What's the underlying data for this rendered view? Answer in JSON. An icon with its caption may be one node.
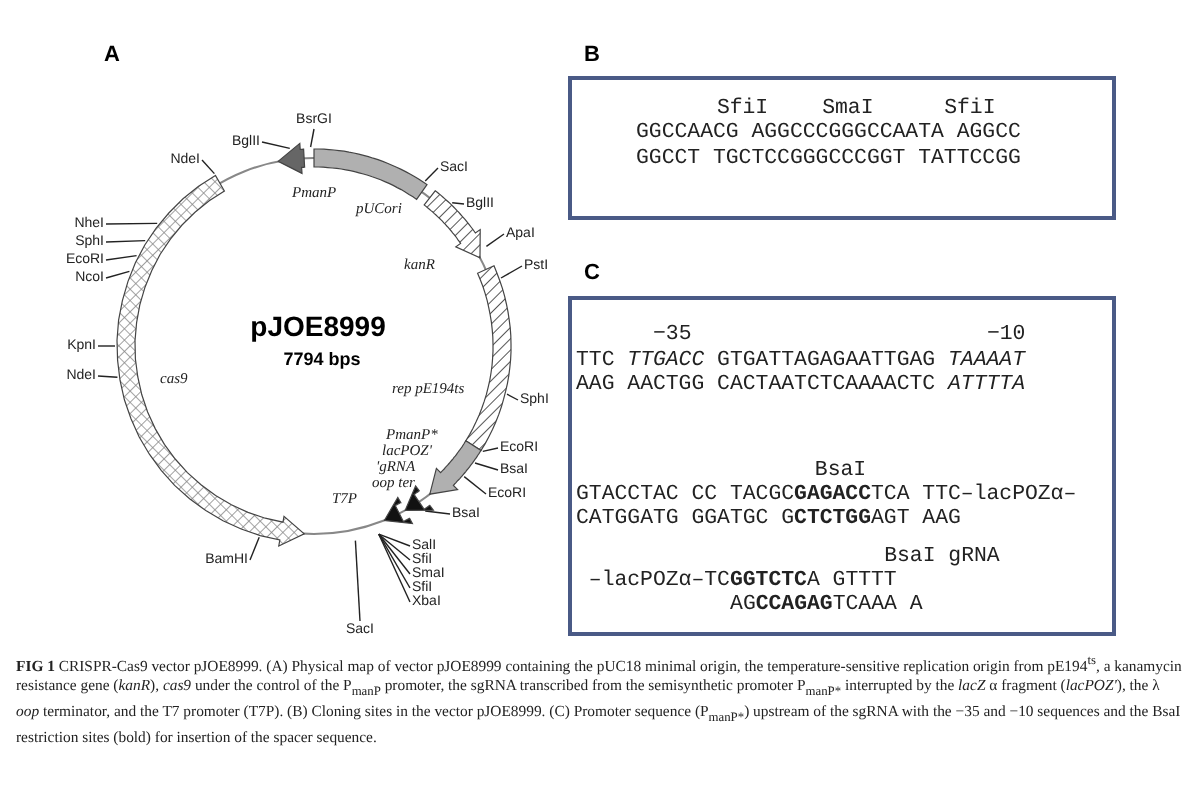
{
  "diagram": {
    "caption": "**FIG 1** CRISPR-Cas9 vector pJOE8999. (A) Physical map of vector pJOE8999 containing the pUC18 minimal origin, the temperature-sensitive replication origin from pE194$^{ts}$, a kanamycin resistance gene (*kanR*), *cas9* under the control of the P$_{manP}$ promoter, the sgRNA transcribed from the semisynthetic promoter P$_{manP*}$ interrupted by the *lacZ* α fragment (*lacPOZ'*), the λ *oop* terminator, and the T7 promoter (T7P). (B) Cloning sites in the vector pJOE8999. (C) Promoter sequence (P$_{manP*}$) upstream of the sgRNA with the −35 and −10 sequences and the BsaI restriction sites (bold) for insertion of the spacer sequence.",
    "nodes": [
      {
        "text": [
          "pJOE8999",
          "7794 bps"
        ]
      },
      {
        "text": [
          "BsrGI"
        ]
      },
      {
        "text": [
          "BglII"
        ]
      },
      {
        "text": [
          "NdeI"
        ]
      },
      {
        "text": [
          "NheI"
        ]
      },
      {
        "text": [
          "SphI"
        ]
      },
      {
        "text": [
          "EcoRI"
        ]
      },
      {
        "text": [
          "NcoI"
        ]
      },
      {
        "text": [
          "KpnI"
        ]
      },
      {
        "text": [
          "NdeI"
        ]
      },
      {
        "text": [
          "BamHI"
        ]
      },
      {
        "text": [
          "SacI"
        ]
      },
      {
        "text": [
          "BglII"
        ]
      },
      {
        "text": [
          "ApaI"
        ]
      },
      {
        "text": [
          "PstI"
        ]
      },
      {
        "text": [
          "SphI"
        ]
      },
      {
        "text": [
          "EcoRI"
        ]
      },
      {
        "text": [
          "BsaI"
        ]
      },
      {
        "text": [
          "EcoRI"
        ]
      },
      {
        "text": [
          "BsaI"
        ]
      },
      {
        "text": [
          "SalI"
        ]
      },
      {
        "text": [
          "SfiI"
        ]
      },
      {
        "text": [
          "SmaI"
        ]
      },
      {
        "text": [
          "SfiI"
        ]
      },
      {
        "text": [
          "XbaI"
        ]
      },
      {
        "text": [
          "SacI"
        ]
      },
      {
        "text": [
          "SfiI",
          "SmaI",
          "SfiI",
          "GGCCAACG AGGCCCGGGCCAATA AGGCC",
          "GGCCT TGCTCCGGGCCCGGT TATTCCGG"
        ]
      },
      {
        "text": [
          "−35",
          "−10",
          "TTC *TTGACC* GTGATTAGAGAATTGAG *TAAAAT*",
          "AAG AACTGG CACTAATCTCAAAACTC *ATTTTA*",
          "BsaI",
          "GTACCTAC CC TACGC**GAGACC**TCA TTC–lacPOZα–",
          "CATGGATG GGATGC G**CTCTGG**AGT AAG",
          "BsaI",
          "gRNA",
          "–lacPOZα–TC**GGTCTC**A GTTTT",
          "AG**CCAGAG**TCAAA A"
        ]
      }
    ],
    "edges": [
      {
        "from": 1,
        "to": 0,
        "arrow": "none"
      },
      {
        "from": 2,
        "to": 0,
        "arrow": "none"
      },
      {
        "from": 3,
        "to": 0,
        "arrow": "none"
      },
      {
        "from": 4,
        "to": 0,
        "arrow": "none"
      },
      {
        "from": 5,
        "to": 0,
        "arrow": "none"
      },
      {
        "from": 6,
        "to": 0,
        "arrow": "none"
      },
      {
        "from": 7,
        "to": 0,
        "arrow": "none"
      },
      {
        "from": 8,
        "to": 0,
        "arrow": "none"
      },
      {
        "from": 9,
        "to": 0,
        "arrow": "none"
      },
      {
        "from": 10,
        "to": 0,
        "arrow": "none"
      },
      {
        "from": 11,
        "to": 0,
        "arrow": "none"
      },
      {
        "from": 12,
        "to": 0,
        "arrow": "none"
      },
      {
        "from": 13,
        "to": 0,
        "arrow": "none"
      },
      {
        "from": 14,
        "to": 0,
        "arrow": "none"
      },
      {
        "from": 15,
        "to": 0,
        "arrow": "none"
      },
      {
        "from": 16,
        "to": 0,
        "arrow": "none"
      },
      {
        "from": 17,
        "to": 0,
        "arrow": "none"
      },
      {
        "from": 18,
        "to": 0,
        "arrow": "none"
      },
      {
        "from": 19,
        "to": 0,
        "arrow": "none"
      },
      {
        "from": 20,
        "to": 0,
        "arrow": "none"
      },
      {
        "from": 21,
        "to": 0,
        "arrow": "none"
      },
      {
        "from": 22,
        "to": 0,
        "arrow": "none"
      },
      {
        "from": 23,
        "to": 0,
        "arrow": "none"
      },
      {
        "from": 24,
        "to": 0,
        "arrow": "none"
      },
      {
        "from": 25,
        "to": 0,
        "arrow": "none"
      }
    ],
    "labels": [
      "A",
      "PmanP",
      "pUCori",
      "kanR",
      "rep pE194ts",
      "cas9",
      "PmanP*",
      "lacPOZ'",
      "'gRNA",
      "oop ter",
      "T7P",
      "B",
      "C"
    ]
  }
}
